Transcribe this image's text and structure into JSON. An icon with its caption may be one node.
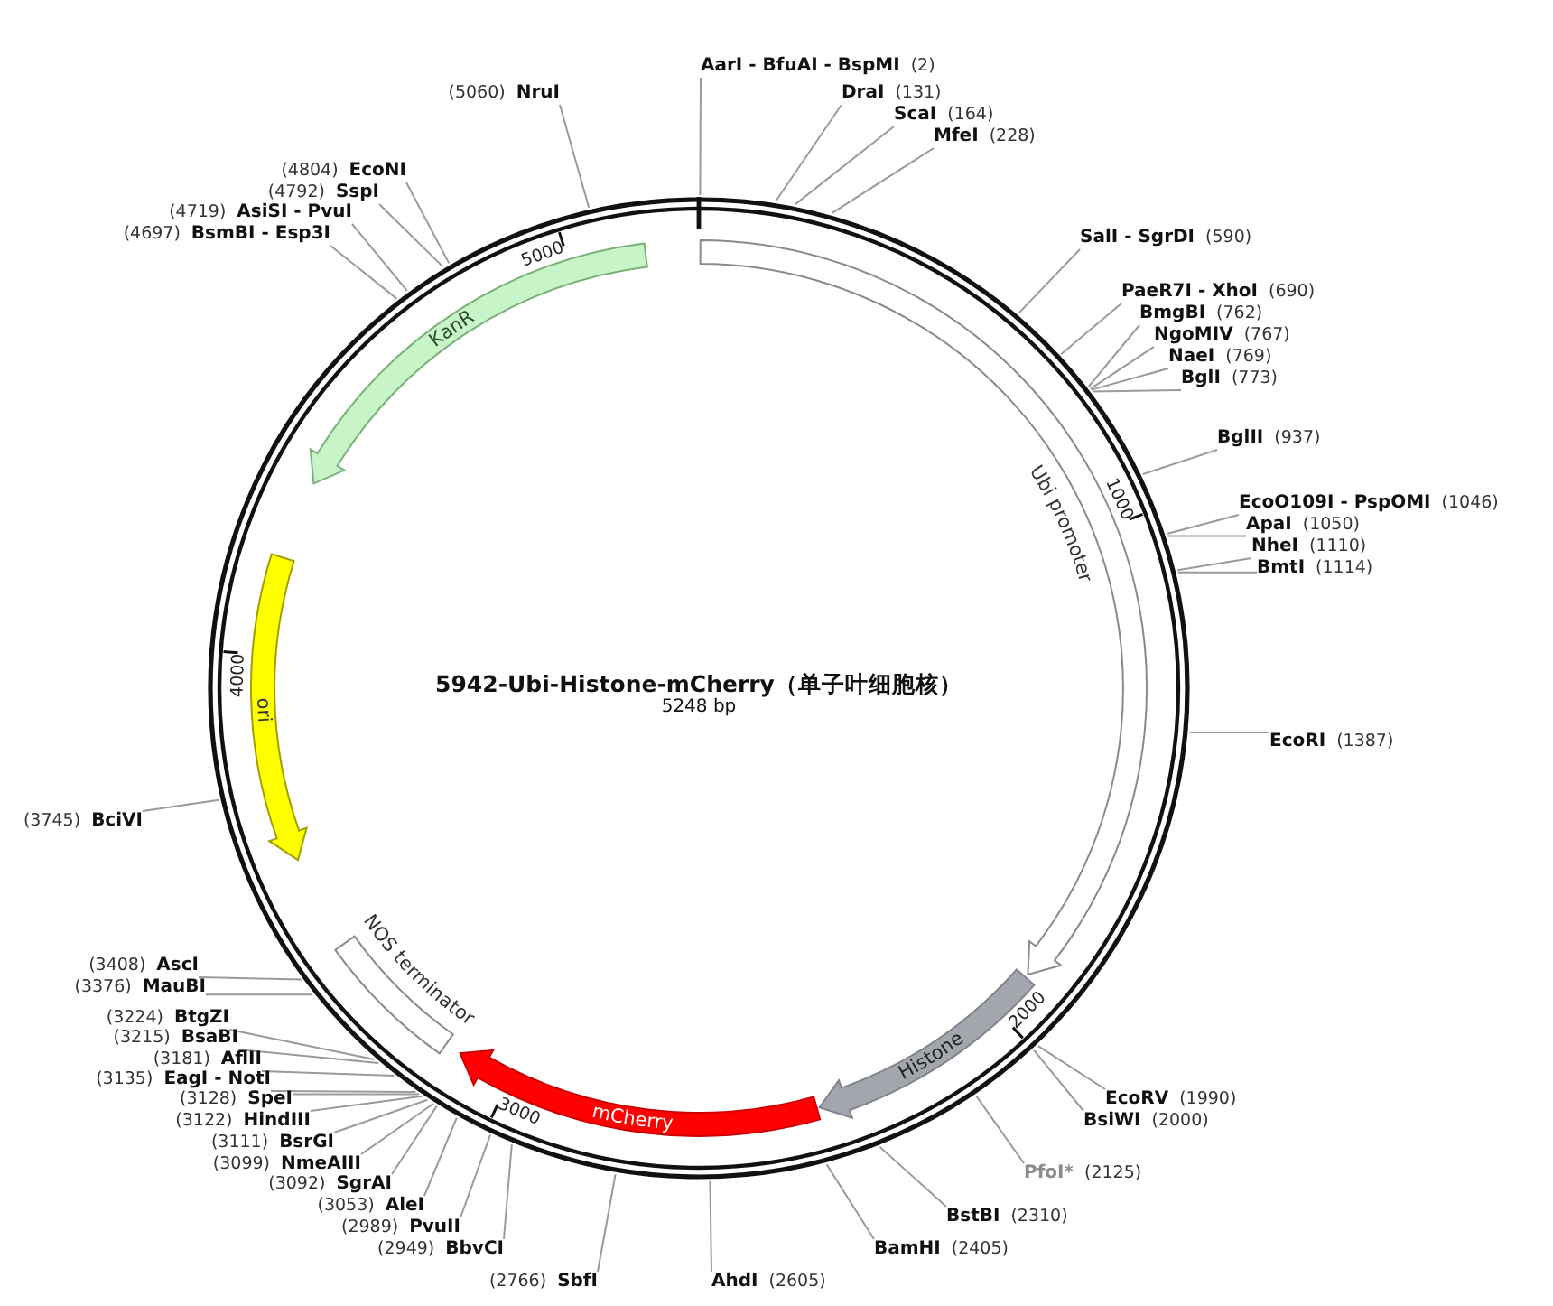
{
  "diagram": {
    "nodes": [
      {
        "text": [],
        "shape": "circle"
      },
      {
        "text": [
          "Ubi promoter"
        ],
        "in": 0
      },
      {
        "text": [
          "Histone"
        ],
        "in": 0
      },
      {
        "text": [
          "mCherry"
        ],
        "in": 0
      },
      {
        "text": [
          "NOS terminator"
        ],
        "in": 0
      },
      {
        "text": [
          "ori"
        ],
        "in": 0
      },
      {
        "text": [
          "KanR"
        ],
        "in": 0
      },
      {
        "text": [
          "AarI - BfuAI - BspMI"
        ],
        "beside": [
          "(2)"
        ]
      },
      {
        "text": [
          "DraI"
        ],
        "beside": [
          "(131)"
        ]
      },
      {
        "text": [
          "ScaI"
        ],
        "beside": [
          "(164)"
        ]
      },
      {
        "text": [
          "MfeI"
        ],
        "beside": [
          "(228)"
        ]
      },
      {
        "text": [
          "SalI - SgrDI"
        ],
        "beside": [
          "(590)"
        ]
      },
      {
        "text": [
          "PaeR7I - XhoI"
        ],
        "beside": [
          "(690)"
        ]
      },
      {
        "text": [
          "BmgBI"
        ],
        "beside": [
          "(762)"
        ]
      },
      {
        "text": [
          "NgoMIV"
        ],
        "beside": [
          "(767)"
        ]
      },
      {
        "text": [
          "NaeI"
        ],
        "beside": [
          "(769)"
        ]
      },
      {
        "text": [
          "BglI"
        ],
        "beside": [
          "(773)"
        ]
      },
      {
        "text": [
          "BglII"
        ],
        "beside": [
          "(937)"
        ]
      },
      {
        "text": [
          "EcoO109I - PspOMI"
        ],
        "beside": [
          "(1046)"
        ]
      },
      {
        "text": [
          "ApaI"
        ],
        "beside": [
          "(1050)"
        ]
      },
      {
        "text": [
          "NheI"
        ],
        "beside": [
          "(1110)"
        ]
      },
      {
        "text": [
          "BmtI"
        ],
        "beside": [
          "(1114)"
        ]
      },
      {
        "text": [
          "EcoRI"
        ],
        "beside": [
          "(1387)"
        ]
      },
      {
        "text": [
          "EcoRV"
        ],
        "beside": [
          "(1990)"
        ]
      },
      {
        "text": [
          "BsiWI"
        ],
        "beside": [
          "(2000)"
        ]
      },
      {
        "text": [
          "PfoI*"
        ],
        "beside": [
          "(2125)"
        ]
      },
      {
        "text": [
          "BstBI"
        ],
        "beside": [
          "(2310)"
        ]
      },
      {
        "text": [
          "BamHI"
        ],
        "beside": [
          "(2405)"
        ]
      },
      {
        "text": [
          "AhdI"
        ],
        "beside": [
          "(2605)"
        ]
      },
      {
        "text": [
          "SbfI"
        ],
        "beside": [
          "(2766)"
        ]
      },
      {
        "text": [
          "BbvCI"
        ],
        "beside": [
          "(2949)"
        ]
      },
      {
        "text": [
          "PvuII"
        ],
        "beside": [
          "(2989)"
        ]
      },
      {
        "text": [
          "AleI"
        ],
        "beside": [
          "(3053)"
        ]
      },
      {
        "text": [
          "SgrAI"
        ],
        "beside": [
          "(3092)"
        ]
      },
      {
        "text": [
          "NmeAIII"
        ],
        "beside": [
          "(3099)"
        ]
      },
      {
        "text": [
          "BsrGI"
        ],
        "beside": [
          "(3111)"
        ]
      },
      {
        "text": [
          "HindIII"
        ],
        "beside": [
          "(3122)"
        ]
      },
      {
        "text": [
          "SpeI"
        ],
        "beside": [
          "(3128)"
        ]
      },
      {
        "text": [
          "EagI - NotI"
        ],
        "beside": [
          "(3135)"
        ]
      },
      {
        "text": [
          "AflII"
        ],
        "beside": [
          "(3181)"
        ]
      },
      {
        "text": [
          "BsaBI"
        ],
        "beside": [
          "(3215)"
        ]
      },
      {
        "text": [
          "BtgZI"
        ],
        "beside": [
          "(3224)"
        ]
      },
      {
        "text": [
          "MauBI"
        ],
        "beside": [
          "(3376)"
        ]
      },
      {
        "text": [
          "AscI"
        ],
        "beside": [
          "(3408)"
        ]
      },
      {
        "text": [
          "BciVI"
        ],
        "beside": [
          "(3745)"
        ]
      },
      {
        "text": [
          "BsmBI - Esp3I"
        ],
        "beside": [
          "(4697)"
        ]
      },
      {
        "text": [
          "AsiSI - PvuI"
        ],
        "beside": [
          "(4719)"
        ]
      },
      {
        "text": [
          "SspI"
        ],
        "beside": [
          "(4792)"
        ]
      },
      {
        "text": [
          "EcoNI"
        ],
        "beside": [
          "(4804)"
        ]
      },
      {
        "text": [
          "NruI"
        ],
        "beside": [
          "(5060)"
        ]
      }
    ],
    "edges": [
      {
        "from": 7,
        "to": 0,
        "arrow": "none"
      },
      {
        "from": 8,
        "to": 0,
        "arrow": "none"
      },
      {
        "from": 9,
        "to": 0,
        "arrow": "none"
      },
      {
        "from": 10,
        "to": 0,
        "arrow": "none"
      },
      {
        "from": 11,
        "to": 0,
        "arrow": "none"
      },
      {
        "from": 12,
        "to": 0,
        "arrow": "none"
      },
      {
        "from": 13,
        "to": 0,
        "arrow": "none"
      },
      {
        "from": 14,
        "to": 0,
        "arrow": "none"
      },
      {
        "from": 15,
        "to": 0,
        "arrow": "none"
      },
      {
        "from": 16,
        "to": 0,
        "arrow": "none"
      },
      {
        "from": 17,
        "to": 0,
        "arrow": "none"
      },
      {
        "from": 18,
        "to": 0,
        "arrow": "none"
      },
      {
        "from": 19,
        "to": 0,
        "arrow": "none"
      },
      {
        "from": 20,
        "to": 0,
        "arrow": "none"
      },
      {
        "from": 21,
        "to": 0,
        "arrow": "none"
      },
      {
        "from": 22,
        "to": 0,
        "arrow": "none"
      },
      {
        "from": 23,
        "to": 0,
        "arrow": "none"
      },
      {
        "from": 24,
        "to": 0,
        "arrow": "none"
      },
      {
        "from": 25,
        "to": 0,
        "arrow": "none"
      },
      {
        "from": 26,
        "to": 0,
        "arrow": "none"
      },
      {
        "from": 27,
        "to": 0,
        "arrow": "none"
      },
      {
        "from": 28,
        "to": 0,
        "arrow": "none"
      },
      {
        "from": 29,
        "to": 0,
        "arrow": "none"
      },
      {
        "from": 30,
        "to": 0,
        "arrow": "none"
      },
      {
        "from": 31,
        "to": 0,
        "arrow": "none"
      },
      {
        "from": 32,
        "to": 0,
        "arrow": "none"
      },
      {
        "from": 33,
        "to": 0,
        "arrow": "none"
      },
      {
        "from": 34,
        "to": 0,
        "arrow": "none"
      },
      {
        "from": 35,
        "to": 0,
        "arrow": "none"
      },
      {
        "from": 36,
        "to": 0,
        "arrow": "none"
      },
      {
        "from": 37,
        "to": 0,
        "arrow": "none"
      },
      {
        "from": 38,
        "to": 0,
        "arrow": "none"
      },
      {
        "from": 39,
        "to": 0,
        "arrow": "none"
      },
      {
        "from": 40,
        "to": 0,
        "arrow": "none"
      },
      {
        "from": 41,
        "to": 0,
        "arrow": "none"
      },
      {
        "from": 42,
        "to": 0,
        "arrow": "none"
      },
      {
        "from": 43,
        "to": 0,
        "arrow": "none"
      },
      {
        "from": 44,
        "to": 0,
        "arrow": "none"
      },
      {
        "from": 45,
        "to": 0,
        "arrow": "none"
      },
      {
        "from": 46,
        "to": 0,
        "arrow": "none"
      },
      {
        "from": 47,
        "to": 0,
        "arrow": "none"
      },
      {
        "from": 48,
        "to": 0,
        "arrow": "none"
      },
      {
        "from": 49,
        "to": 0,
        "arrow": "none"
      }
    ],
    "labels": [
      "5942-Ubi-Histone-mCherry（单子叶细胞核）",
      "5248 bp",
      "1000",
      "2000",
      "3000",
      "4000",
      "5000"
    ]
  }
}
